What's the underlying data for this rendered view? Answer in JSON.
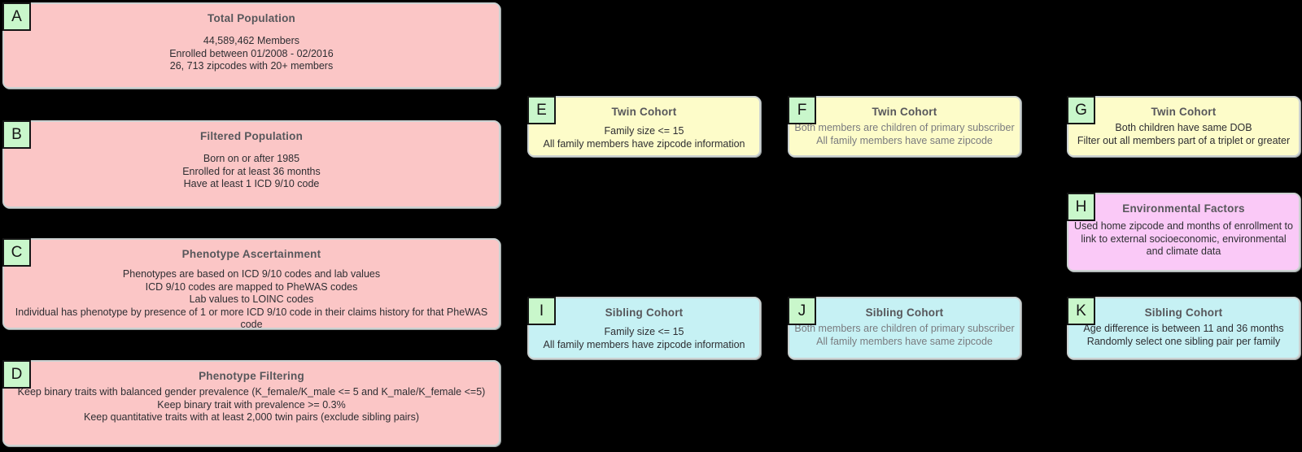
{
  "palette": {
    "background": "#000000",
    "box_border": "#ccd2d2",
    "label_badge_fill": "#c9f7cb",
    "label_badge_border": "#161616",
    "title_text": "#57575b",
    "body_text": "#2e2e32",
    "muted_body_text": "#7a7b7f",
    "pink_box": "#fbc6c6",
    "yellow_box": "#fdfcc9",
    "cyan_box": "#c6f1f4",
    "magenta_box": "#fac9f7"
  },
  "boxes": {
    "A": {
      "label": "A",
      "title": "Total Population",
      "lines": [
        "44,589,462 Members",
        "Enrolled between 01/2008 - 02/2016",
        "26, 713 zipcodes with 20+ members"
      ]
    },
    "B": {
      "label": "B",
      "title": "Filtered Population",
      "lines": [
        "Born on or after 1985",
        "Enrolled for at least 36 months",
        "Have at least 1 ICD 9/10 code"
      ]
    },
    "C": {
      "label": "C",
      "title": "Phenotype Ascertainment",
      "lines": [
        "Phenotypes are based on ICD 9/10 codes and lab values",
        "ICD 9/10 codes are mapped to PheWAS codes",
        "Lab values to LOINC codes",
        "Individual has phenotype by presence of 1 or more ICD 9/10 code in their claims history for that PheWAS code"
      ]
    },
    "D": {
      "label": "D",
      "title": "Phenotype Filtering",
      "lines": [
        "Keep binary traits with balanced gender prevalence (K_female/K_male <= 5 and K_male/K_female <=5)",
        "Keep binary trait with prevalence >= 0.3%",
        "Keep quantitative traits with at least 2,000 twin pairs (exclude sibling pairs)"
      ]
    },
    "E": {
      "label": "E",
      "title": "Twin Cohort",
      "lines": [
        "Family size <= 15",
        "All family members have zipcode information"
      ]
    },
    "F": {
      "label": "F",
      "title": "Twin Cohort",
      "lines": [
        "Both members are children of primary subscriber",
        "All family members have same zipcode"
      ]
    },
    "G": {
      "label": "G",
      "title": "Twin Cohort",
      "lines": [
        "Both children have same DOB",
        "Filter out all members part of a triplet or greater"
      ]
    },
    "H": {
      "label": "H",
      "title": "Environmental Factors",
      "lines": [
        "Used home zipcode and months of enrollment to link to external socioeconomic, environmental and climate data"
      ]
    },
    "I": {
      "label": "I",
      "title": "Sibling Cohort",
      "lines": [
        "Family size <= 15",
        "All family members have zipcode information"
      ]
    },
    "J": {
      "label": "J",
      "title": "Sibling Cohort",
      "lines": [
        "Both members are children of primary subscriber",
        "All family members have same zipcode"
      ]
    },
    "K": {
      "label": "K",
      "title": "Sibling Cohort",
      "lines": [
        "Age difference is between 11 and 36 months",
        "Randomly select one sibling pair per family"
      ]
    }
  }
}
